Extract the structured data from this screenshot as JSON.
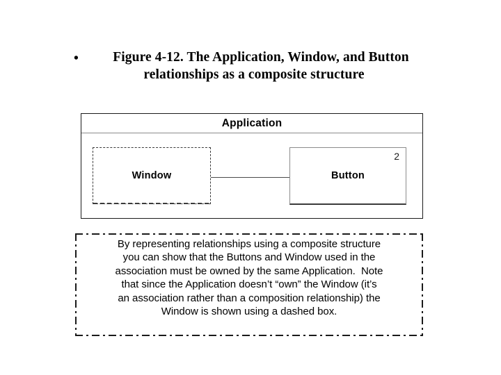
{
  "slide": {
    "bullet_glyph": "•",
    "title_lines": [
      "Figure 4-12. The Application, Window, and Button",
      "relationships as a composite structure"
    ]
  },
  "diagram": {
    "type": "uml-composite-structure",
    "outer_class": {
      "name": "Application",
      "border_style": "solid",
      "border_color": "#1a1a1a"
    },
    "parts": [
      {
        "name": "Window",
        "border_style": "dashed",
        "border_color": "#3a3a3a",
        "multiplicity": ""
      },
      {
        "name": "Button",
        "border_style": "solid",
        "border_color": "#8c8c8c",
        "multiplicity": "2"
      }
    ],
    "connector": {
      "kind": "association",
      "from": "Window",
      "to": "Button",
      "line_color": "#4a4a4a"
    }
  },
  "note": {
    "border_style": "dash-dot",
    "border_color": "#1a1a1a",
    "lines": [
      "By representing relationships using a composite structure",
      "you can show that the Buttons and Window used in the",
      "association must be owned by the same Application.  Note",
      "that since the Application doesn’t “own” the Window (it’s",
      "an association rather than a composition relationship) the",
      "Window is shown using a dashed box."
    ]
  }
}
